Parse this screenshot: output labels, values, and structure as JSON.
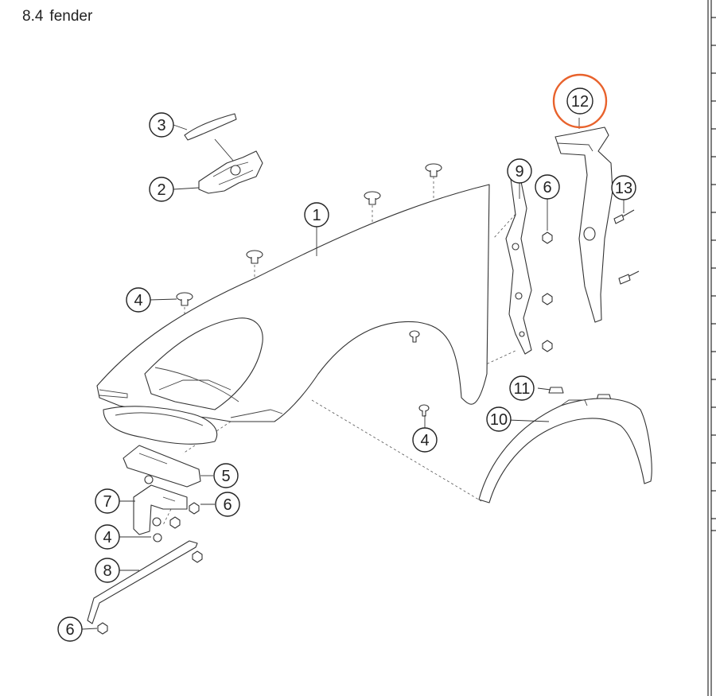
{
  "title": {
    "section": "8.4",
    "name": "fender"
  },
  "colors": {
    "highlight": "#e8622c",
    "line": "#333333",
    "background": "#ffffff"
  },
  "callouts": [
    {
      "id": "c3",
      "label": "3"
    },
    {
      "id": "c2",
      "label": "2"
    },
    {
      "id": "c1",
      "label": "1"
    },
    {
      "id": "c4a",
      "label": "4"
    },
    {
      "id": "c9",
      "label": "9"
    },
    {
      "id": "c6a",
      "label": "6"
    },
    {
      "id": "c12",
      "label": "12",
      "highlighted": true
    },
    {
      "id": "c13",
      "label": "13"
    },
    {
      "id": "c11",
      "label": "11"
    },
    {
      "id": "c10",
      "label": "10"
    },
    {
      "id": "c4b",
      "label": "4"
    },
    {
      "id": "c5",
      "label": "5"
    },
    {
      "id": "c7",
      "label": "7"
    },
    {
      "id": "c6b",
      "label": "6"
    },
    {
      "id": "c4c",
      "label": "4"
    },
    {
      "id": "c8",
      "label": "8"
    },
    {
      "id": "c6c",
      "label": "6"
    }
  ]
}
